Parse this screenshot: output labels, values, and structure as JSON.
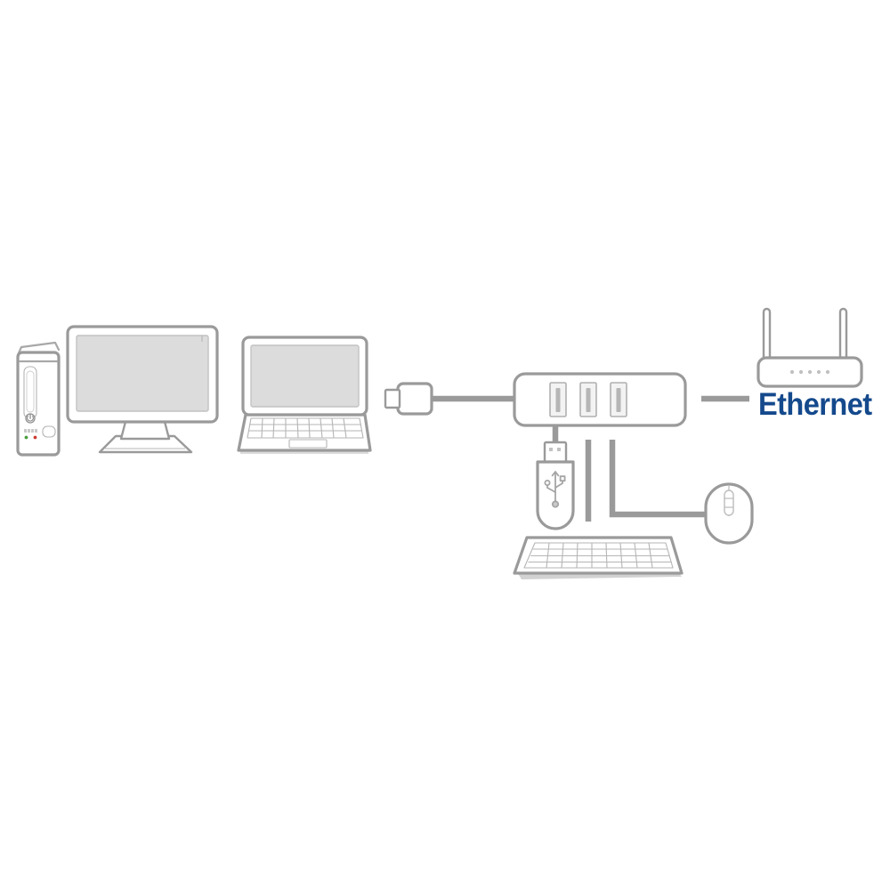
{
  "diagram": {
    "title": "USB hub connectivity diagram",
    "background_color": "#ffffff",
    "line_color": "#9a9a9a",
    "fill_light": "#ffffff",
    "screen_fill": "#dcdcdc",
    "shadow_fill": "#bfbfbf",
    "accent_color": "#14498c",
    "led_green": "#4a9e3f",
    "led_red": "#cc3b35"
  },
  "labels": {
    "ethernet": "Ethernet"
  },
  "devices": [
    {
      "id": "desktop-tower",
      "name": "Desktop computer tower",
      "features": [
        "optical-drive-slot",
        "power-button",
        "front-ports",
        "status-leds"
      ],
      "led_count": 2
    },
    {
      "id": "monitor",
      "name": "Desktop monitor",
      "features": [
        "screen",
        "stand",
        "base"
      ]
    },
    {
      "id": "laptop",
      "name": "Laptop computer",
      "features": [
        "screen",
        "keyboard",
        "trackpad"
      ]
    },
    {
      "id": "usb-connector",
      "name": "USB cable connector plug",
      "features": [
        "plug-tip",
        "plug-body",
        "cable"
      ]
    },
    {
      "id": "usb-hub",
      "name": "USB hub",
      "port_count": 3,
      "features": [
        "usb-port",
        "usb-port",
        "usb-port"
      ]
    },
    {
      "id": "wifi-router",
      "name": "Wi-Fi router",
      "antenna_count": 2,
      "led_count": 5
    },
    {
      "id": "usb-flash-drive",
      "name": "USB flash drive",
      "features": [
        "usb-trident-symbol",
        "metal-connector"
      ]
    },
    {
      "id": "keyboard",
      "name": "Keyboard",
      "key_columns": 9,
      "key_rows": 4
    },
    {
      "id": "mouse",
      "name": "Computer mouse",
      "features": [
        "scroll-wheel",
        "button-divider"
      ]
    }
  ],
  "connections": [
    {
      "from": "usb-connector",
      "to": "usb-hub",
      "type": "cable"
    },
    {
      "from": "usb-hub",
      "to": "wifi-router",
      "type": "ethernet",
      "label": "Ethernet"
    },
    {
      "from": "usb-hub",
      "to": "usb-flash-drive",
      "type": "usb"
    },
    {
      "from": "usb-hub",
      "to": "keyboard",
      "type": "usb"
    },
    {
      "from": "usb-hub",
      "to": "mouse",
      "type": "usb"
    }
  ]
}
